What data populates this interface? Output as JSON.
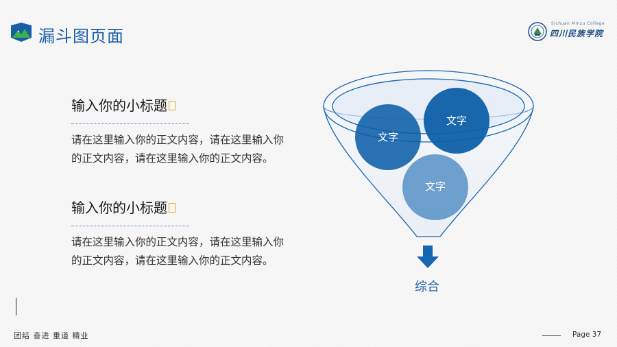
{
  "header": {
    "title": "漏斗图页面",
    "school_name": "四川民族学院",
    "school_subscript": "Sichuan Minzu College"
  },
  "sections": [
    {
      "subtitle": "输入你的小标题",
      "body": "请在这里输入你的正文内容，请在这里输入你的正文内容，请在这里输入你的正文内容。"
    },
    {
      "subtitle": "输入你的小标题",
      "body": "请在这里输入你的正文内容，请在这里输入你的正文内容，请在这里输入你的正文内容。"
    }
  ],
  "funnel": {
    "circles": [
      {
        "label": "文字",
        "color": "#0d5fa8"
      },
      {
        "label": "文字",
        "color": "#0d5fa8"
      },
      {
        "label": "文字",
        "color": "#4c8bc2"
      }
    ],
    "result": "综合",
    "accent_color": "#1565b0"
  },
  "footer": {
    "motto": "团结  奋进  重道  精业",
    "page": "Page 37"
  },
  "colors": {
    "brand": "#1a5ea8",
    "marker": "#e3b020"
  }
}
